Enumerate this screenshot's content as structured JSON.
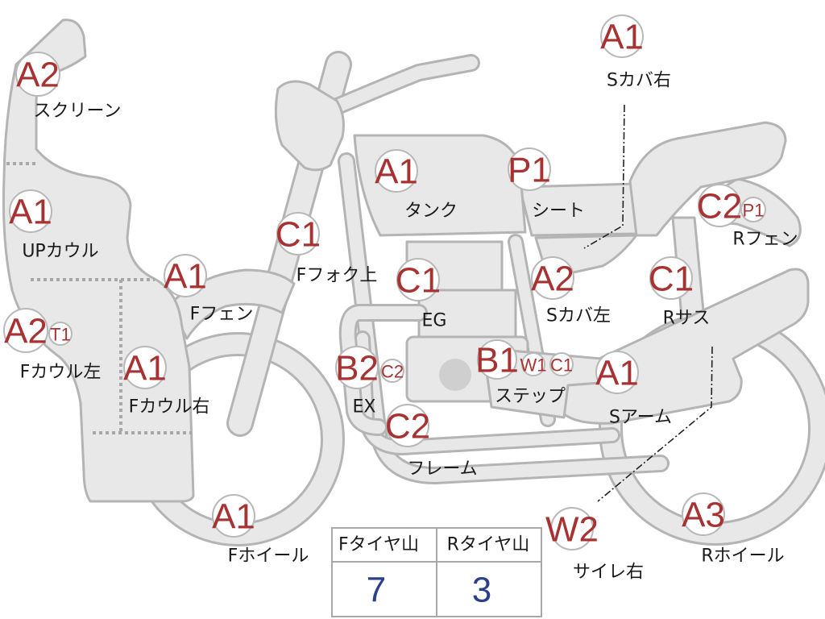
{
  "parts": [
    {
      "id": "screen",
      "name": "スクリーン",
      "codes": [
        "A2"
      ]
    },
    {
      "id": "up-cowl",
      "name": "UPカウル",
      "codes": [
        "A1"
      ]
    },
    {
      "id": "f-cowl-left",
      "name": "Fカウル左",
      "codes": [
        "A2",
        "T1"
      ]
    },
    {
      "id": "f-cowl-right",
      "name": "Fカウル右",
      "codes": [
        "A1"
      ]
    },
    {
      "id": "f-fender",
      "name": "Fフェン",
      "codes": [
        "A1"
      ]
    },
    {
      "id": "f-wheel",
      "name": "Fホイール",
      "codes": [
        "A1"
      ]
    },
    {
      "id": "f-fork-upper",
      "name": "Fフォク上",
      "codes": [
        "C1"
      ]
    },
    {
      "id": "tank",
      "name": "タンク",
      "codes": [
        "A1"
      ]
    },
    {
      "id": "seat",
      "name": "シート",
      "codes": [
        "P1"
      ]
    },
    {
      "id": "s-cover-right",
      "name": "Sカバ右",
      "codes": [
        "A1"
      ]
    },
    {
      "id": "s-cover-left",
      "name": "Sカバ左",
      "codes": [
        "A2"
      ]
    },
    {
      "id": "r-fender",
      "name": "Rフェン",
      "codes": [
        "C2",
        "P1"
      ]
    },
    {
      "id": "r-sus",
      "name": "Rサス",
      "codes": [
        "C1"
      ]
    },
    {
      "id": "engine",
      "name": "EG",
      "codes": [
        "C1"
      ]
    },
    {
      "id": "exhaust",
      "name": "EX",
      "codes": [
        "B2",
        "C2"
      ]
    },
    {
      "id": "step",
      "name": "ステップ",
      "codes": [
        "B1",
        "W1",
        "C1"
      ]
    },
    {
      "id": "s-arm",
      "name": "Sアーム",
      "codes": [
        "A1"
      ]
    },
    {
      "id": "frame",
      "name": "フレーム",
      "codes": [
        "C2"
      ]
    },
    {
      "id": "silencer-right",
      "name": "サイレ右",
      "codes": [
        "W2"
      ]
    },
    {
      "id": "r-wheel",
      "name": "Rホイール",
      "codes": [
        "A3"
      ]
    }
  ],
  "tire_table": {
    "front_header": "Fタイヤ山",
    "rear_header": "Rタイヤ山",
    "front_value": "7",
    "rear_value": "3"
  },
  "colors": {
    "part_fill": "#e8e8e8",
    "part_stroke": "#b4b4b4",
    "code_text": "#a83232",
    "tire_value": "#2b3f8a"
  }
}
